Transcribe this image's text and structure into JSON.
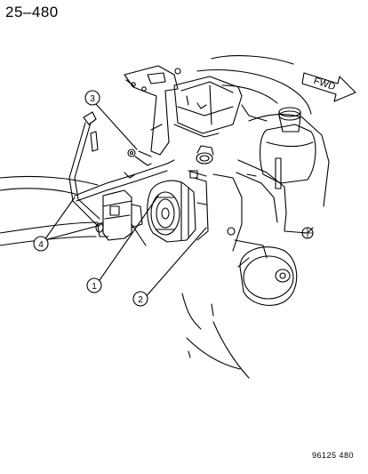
{
  "page_number": "25–480",
  "figure_code": "96125 480",
  "direction_arrow": {
    "label": "FWD",
    "icon": "forward-arrow-icon"
  },
  "callouts": [
    {
      "number": "1"
    },
    {
      "number": "2"
    },
    {
      "number": "3"
    },
    {
      "number": "4"
    }
  ],
  "colors": {
    "ink": "#000000",
    "paper": "#ffffff"
  }
}
